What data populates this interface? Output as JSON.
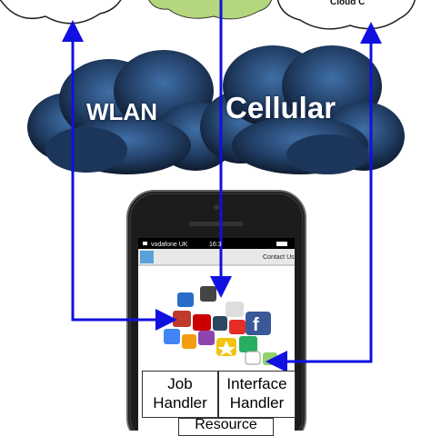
{
  "clouds": {
    "wlan": "WLAN",
    "cellular": "Cellular",
    "cloud_c": "Cloud C"
  },
  "phone": {
    "carrier": "vodafone UK",
    "time": "16:3",
    "contact": "Contact Us"
  },
  "modules": {
    "job_handler": [
      "Job",
      "Handler"
    ],
    "interface_handler": [
      "Interface",
      "Handler"
    ],
    "resource": "Resource"
  },
  "colors": {
    "arrow": "#1010e0",
    "storm_cloud": "#2a4d78",
    "green_cloud": "#b4d67c",
    "phone_body": "#1c1c1c"
  },
  "app_icons": [
    "email-icon",
    "wordpress-icon",
    "abc-icon",
    "facebook-icon",
    "google-icon",
    "cnn-icon",
    "tumblr-icon",
    "youtube-icon",
    "star-icon",
    "reddit-icon",
    "rss-icon"
  ]
}
